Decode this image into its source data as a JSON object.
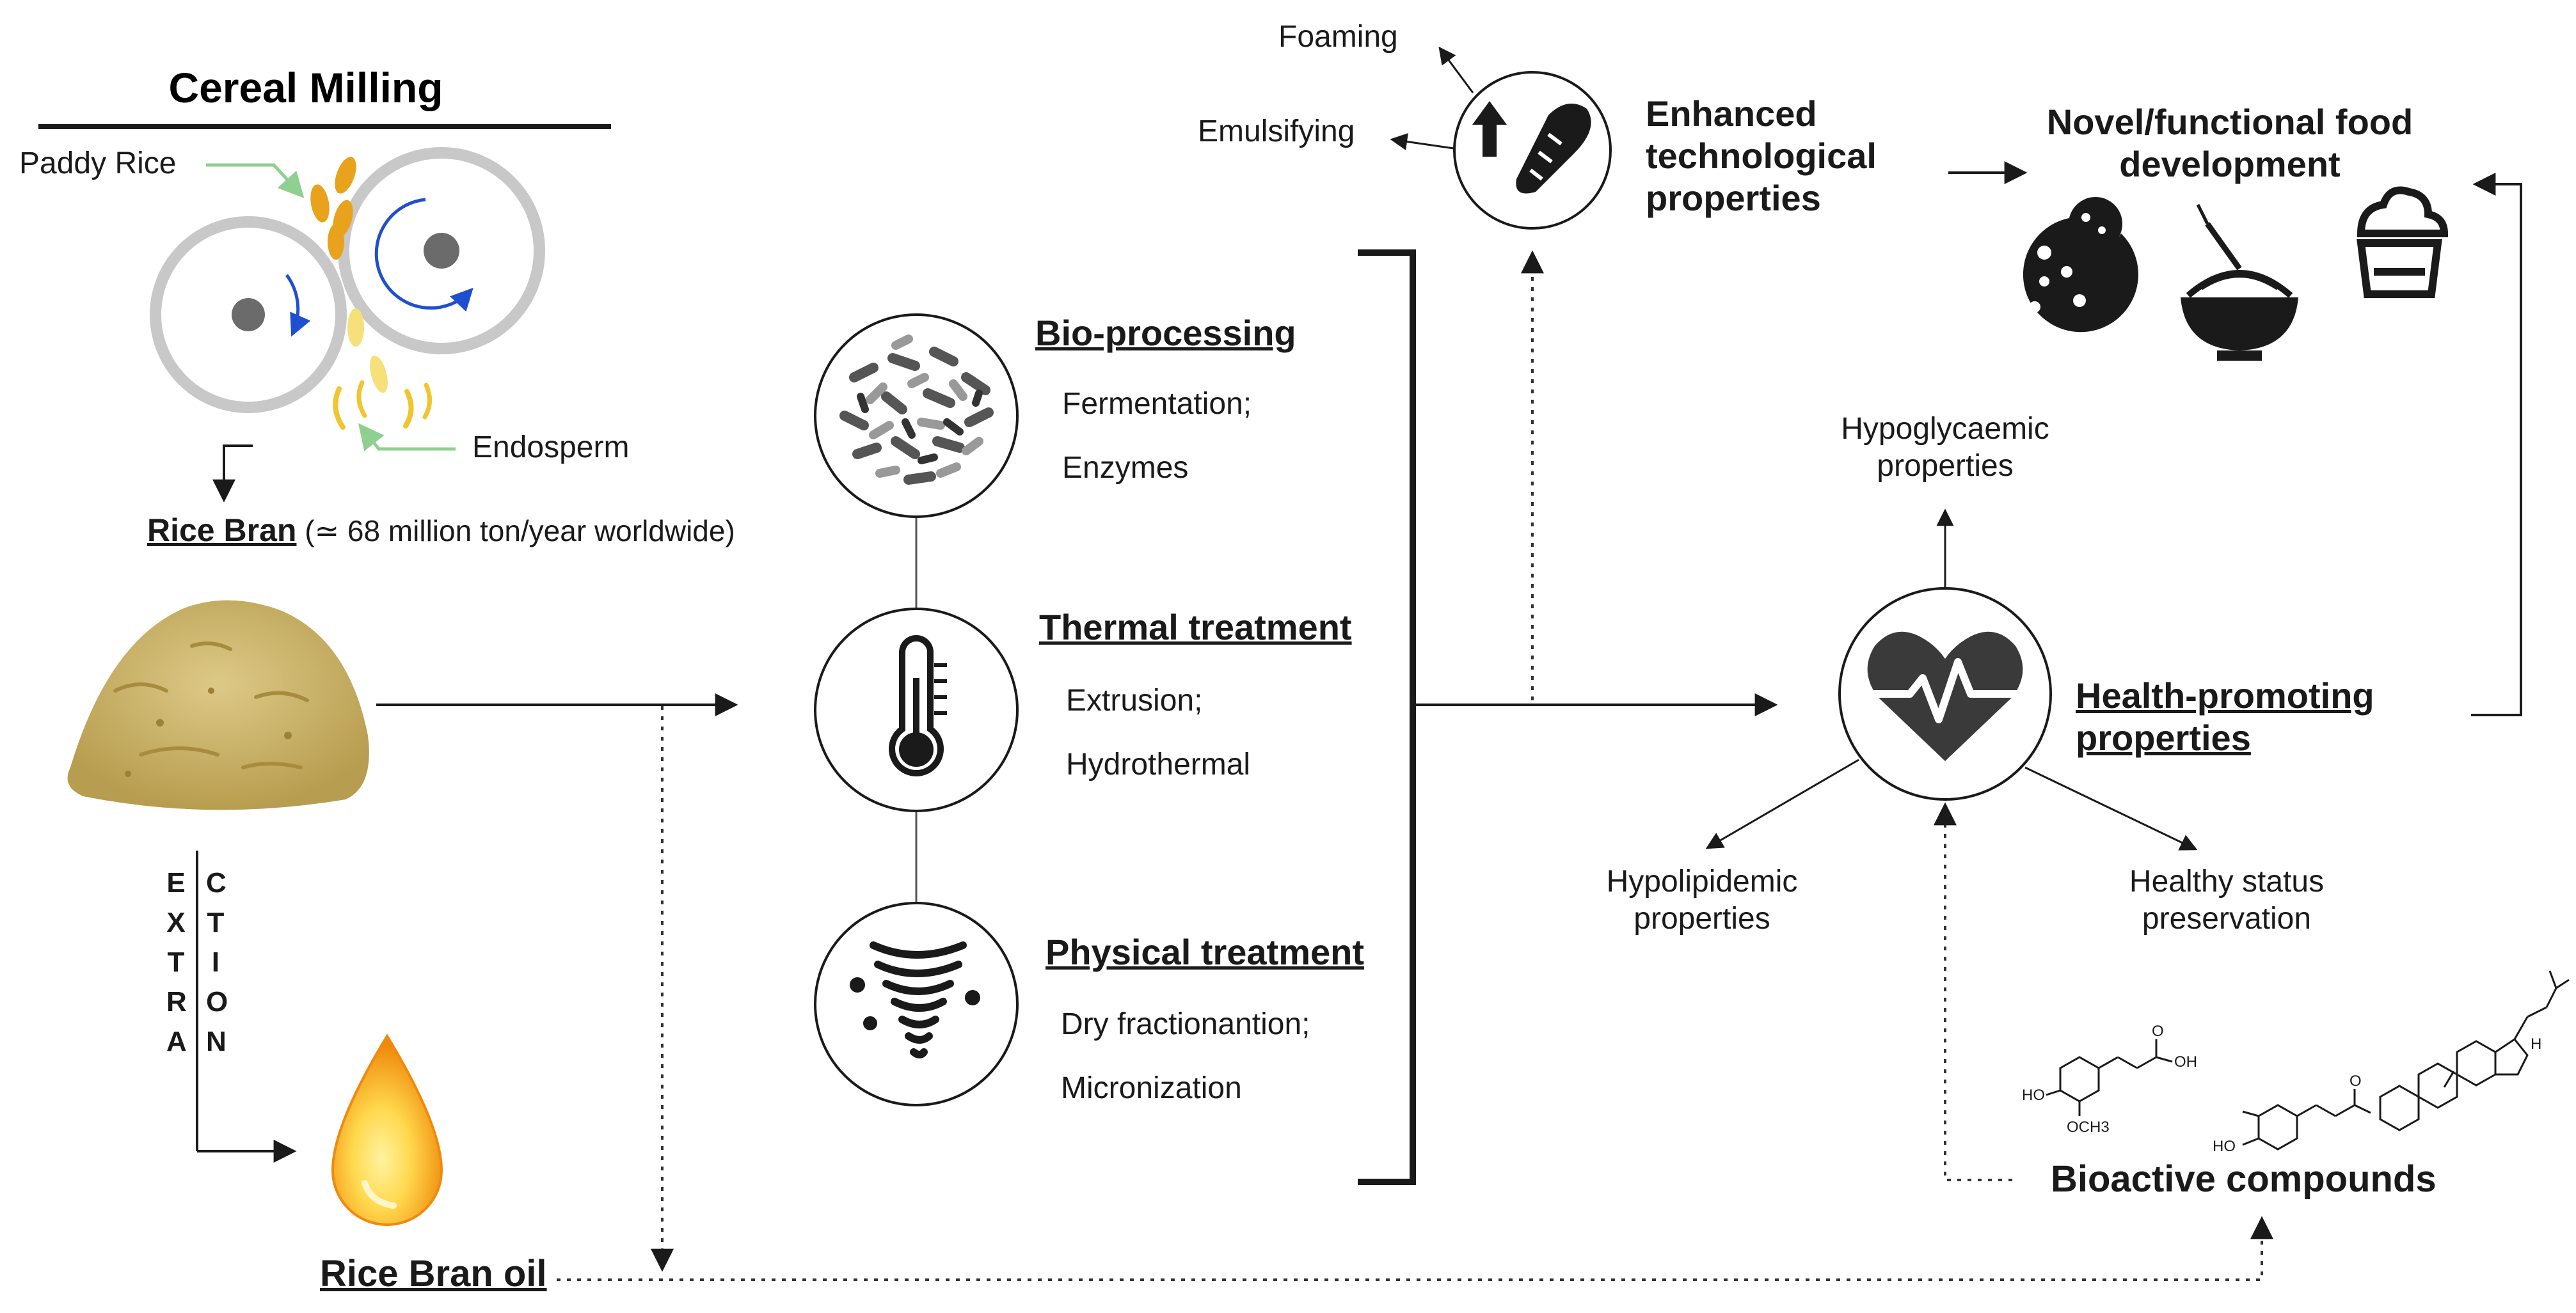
{
  "milling": {
    "title": "Cereal Milling",
    "paddy_rice": "Paddy Rice",
    "endosperm": "Endosperm",
    "rice_bran_label": "Rice Bran",
    "rice_bran_note": "(≃ 68 million ton/year worldwide)"
  },
  "extraction": {
    "col1": [
      "E",
      "X",
      "T",
      "R",
      "A"
    ],
    "col2": [
      "C",
      "T",
      "I",
      "O",
      "N"
    ]
  },
  "rice_bran_oil": "Rice Bran oil",
  "treatments": [
    {
      "title": "Bio-processing",
      "lines": [
        "Fermentation;",
        "Enzymes"
      ],
      "icon": "bacteria-icon"
    },
    {
      "title": "Thermal treatment",
      "lines": [
        "Extrusion;",
        "Hydrothermal"
      ],
      "icon": "thermometer-icon"
    },
    {
      "title": "Physical treatment",
      "lines": [
        "Dry fractionantion;",
        "Micronization"
      ],
      "icon": "tornado-icon"
    }
  ],
  "tech": {
    "title_lines": [
      "Enhanced",
      "technological",
      "properties"
    ],
    "foaming": "Foaming",
    "emulsifying": "Emulsifying"
  },
  "food": {
    "title_lines": [
      "Novel/functional food",
      "development"
    ],
    "icons": [
      "cookie-icon",
      "pasta-bowl-icon",
      "ice-cream-icon"
    ]
  },
  "health": {
    "title_lines": [
      "Health-promoting",
      "properties"
    ],
    "hypoglycaemic": [
      "Hypoglycaemic",
      "properties"
    ],
    "hypolipidemic": [
      "Hypolipidemic",
      "properties"
    ],
    "healthy_status": [
      "Healthy status",
      "preservation"
    ]
  },
  "bioactive": {
    "title": "Bioactive compounds",
    "ferulic_labels": {
      "oh": "OH",
      "ho": "HO",
      "och3": "OCH3",
      "o": "O"
    },
    "oryzanol_labels": {
      "o": "O",
      "ho": "HO",
      "h": "H"
    }
  },
  "colors": {
    "grain": "#e8a21c",
    "endosperm": "#f6e07a",
    "bran": "#c9b36a",
    "oil_outer": "#f39c12",
    "oil_inner": "#ffd84d",
    "roller_ring": "#c8c8c8",
    "arrow_blue": "#1f4fd1",
    "pointer_green": "#8fcf8f"
  }
}
